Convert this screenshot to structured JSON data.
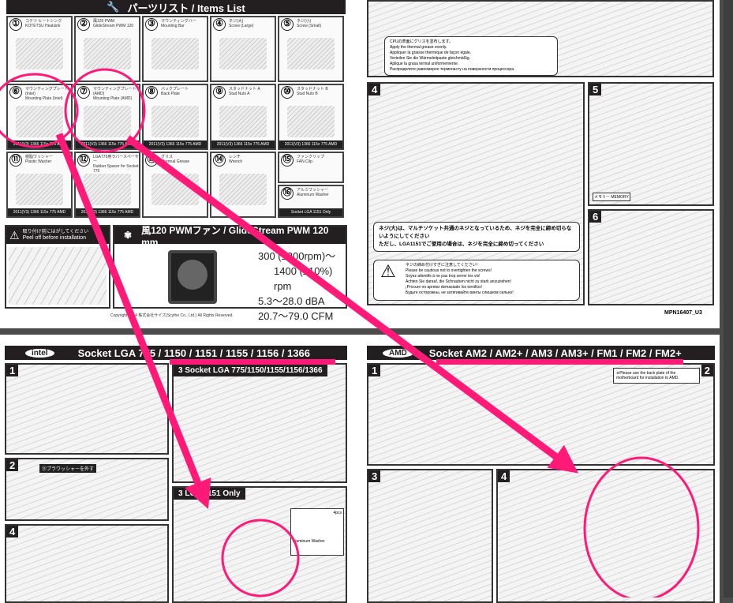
{
  "top_page": {
    "parts_header": "パーツリスト / Items List",
    "items": [
      {
        "num": "①",
        "label": "コテツ ヒートシンク\nKOTETSU Heatsink"
      },
      {
        "num": "②",
        "label": "風120 PWM\nGlideStream PWM 120"
      },
      {
        "num": "③",
        "label": "マウンティングバー\nMounting Bar"
      },
      {
        "num": "④",
        "label": "ネジ(大)\nScrew (Large)"
      },
      {
        "num": "⑤",
        "label": "ネジ(小)\nScrew (Small)"
      },
      {
        "num": "⑥",
        "label": "マウンティングプレート(Intel)\nMounting Plate (Intel)",
        "tags": "2011(V3) 1366 115x 775 AMD"
      },
      {
        "num": "⑦",
        "label": "マウンティングプレート(AMD)\nMounting Plate (AMD)",
        "tags": "2011(V3) 1366 115x 775 AMD"
      },
      {
        "num": "⑧",
        "label": "バックプレート\nBack Plate",
        "tags": "2011(V3) 1366 115x 775 AMD"
      },
      {
        "num": "⑨",
        "label": "スタッドナット A\nStud Nuts A",
        "tags": "2011(V3) 1366 115x 775 AMD"
      },
      {
        "num": "⑩",
        "label": "スタッドナット B\nStud Nuts B",
        "tags": "2011(V3) 1366 115x 775 AMD"
      },
      {
        "num": "⑪",
        "label": "樹脂ワッシャー\nPlastic Washer",
        "tags": "2011(V3) 1366 115x 775 AMD"
      },
      {
        "num": "⑫",
        "label": "LGA775用ラバースペーサー\nRubber Spacer for Socket 775",
        "tags": "2011(V3) 1366 115x 775 AMD"
      },
      {
        "num": "⑬",
        "label": "グリス\nThermal Grease"
      },
      {
        "num": "⑭",
        "label": "レンチ\nWrench"
      },
      {
        "num": "⑮",
        "label": "ファンクリップ\nFAN Clip"
      }
    ],
    "item16": {
      "num": "⑯",
      "label": "アルミワッシャー\nAluminum Washer",
      "footer": "Socket LGA 1151 Only"
    },
    "peel_warning": {
      "jp": "取り付け前にはがしてください",
      "en": "Peel off before installation"
    },
    "fan_header": "風120 PWMファン / GlideStream PWM 120 mm",
    "fan_specs": {
      "rpm1": "300 (±200rpm)〜",
      "rpm2": "1400 (±10%) rpm",
      "noise": "5.3〜28.0 dBA",
      "airflow": "20.7〜79.0 CFM"
    },
    "copyright": "Copyright 2014 株式会社サイズ(Scythe Co., Ltd.) All Rights Reserved.",
    "caution_jp": "ネジ(大)は、マルチソケット共通のネジとなっているため、ネジを完全に締め切らないようにしてください\nただし、LGA1151でご使用の場合は、ネジを完全に締め切ってください",
    "caution_multi": [
      "ネジの締め付けすぎに注意してください!",
      "Please be cautious not to overtighten the screws!",
      "Soyez attentifs à ne pas trop serrer les vis!",
      "Achten Sie darauf, die Schrauben nicht zu stark anzuziehen!",
      "¡Procure no apretar demasiado los tornillos!",
      "Будьте осторожны, не затягивайте винты слишком сильно!"
    ],
    "grease_notes": [
      "CPUの表面にグリスを塗布します。",
      "Apply the thermal grease evenly.",
      "Appliquer la graisse thermique de façon égale.",
      "Verteilen Sie die Wärmeleitpaste gleichmäßig.",
      "Aplique la grasa termal uniformemente.",
      "Распределите равномерно термопасту на поверхности процессора."
    ],
    "memory_label": "メモリー MEMORY",
    "doc_code": "MPN16407_U3",
    "step_numbers": [
      "4",
      "5",
      "6"
    ]
  },
  "bottom_page": {
    "intel_logo": "intel",
    "intel_header": "Socket LGA 775 / 1150 / 1151 / 1155 / 1156 / 1366",
    "intel_step3": "Socket LGA 775/1150/1155/1156/1366",
    "intel_step3b": "LGA 1151 Only",
    "washer_note": "Aluminum Washer",
    "washer_qty": "4pcs",
    "remove_washer": "⑪プラワッシャーを外す",
    "amd_logo": "AMD",
    "amd_header": "Socket AM2 / AM2+ / AM3 / AM3+ / FM1 / FM2 / FM2+",
    "amd_note": "※Please use the back plate of the motherboard for installation to AMD.",
    "step_numbers": [
      "1",
      "2",
      "3",
      "4"
    ]
  },
  "annotation_color": "#ff1a78"
}
